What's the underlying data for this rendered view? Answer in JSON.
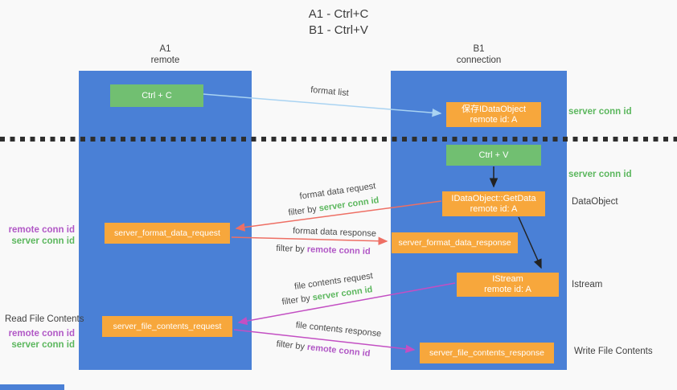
{
  "title": {
    "line1": "A1 - Ctrl+C",
    "line2": "B1 - Ctrl+V"
  },
  "lanes": {
    "left": {
      "id": "A1",
      "label": "remote"
    },
    "right": {
      "id": "B1",
      "label": "connection"
    }
  },
  "nodes": {
    "ctrl_c": {
      "label": "Ctrl + C"
    },
    "save_idataobject": {
      "line1": "保存IDataObject",
      "line2": "remote id: A"
    },
    "ctrl_v": {
      "label": "Ctrl + V"
    },
    "idataobject_getdata": {
      "line1": "IDataObject::GetData",
      "line2": "remote id: A"
    },
    "server_format_data_request": {
      "label": "server_format_data_request"
    },
    "server_format_data_response": {
      "label": "server_format_data_response"
    },
    "istream": {
      "line1": "IStream",
      "line2": "remote id: A"
    },
    "server_file_contents_request": {
      "label": "server_file_contents_request"
    },
    "server_file_contents_response": {
      "label": "server_file_contents_response"
    }
  },
  "arrows": {
    "format_list": {
      "label": "format list"
    },
    "format_data_request": {
      "label": "format data request",
      "filter_prefix": "filter by",
      "filter_key": "server conn id"
    },
    "format_data_response": {
      "label": "format data response",
      "filter_prefix": "filter by",
      "filter_key": "remote conn id"
    },
    "file_contents_request": {
      "label": "file contents request",
      "filter_prefix": "filter by",
      "filter_key": "server conn id"
    },
    "file_contents_response": {
      "label": "file contents response",
      "filter_prefix": "filter by",
      "filter_key": "remote conn id"
    }
  },
  "side_labels": {
    "server_conn_id_top": "server conn id",
    "server_conn_id_mid": "server conn id",
    "dataobject": "DataObject",
    "istream": "Istream",
    "write_file_contents": "Write File Contents",
    "read_file_contents": "Read File Contents",
    "left_group1": {
      "remote": "remote conn id",
      "server": "server conn id"
    },
    "left_group2": {
      "remote": "remote conn id",
      "server": "server conn id"
    }
  },
  "colors": {
    "lane_blue": "#4a80d6",
    "node_green": "#71bf71",
    "node_orange": "#f7a73c",
    "text_green": "#5cb75e",
    "text_purple": "#b158c6",
    "arrow_red": "#ee6f64",
    "arrow_magenta": "#c34fc3",
    "arrow_lightblue": "#a9d3f2",
    "arrow_black": "#222222",
    "background": "#f9f9f9"
  }
}
